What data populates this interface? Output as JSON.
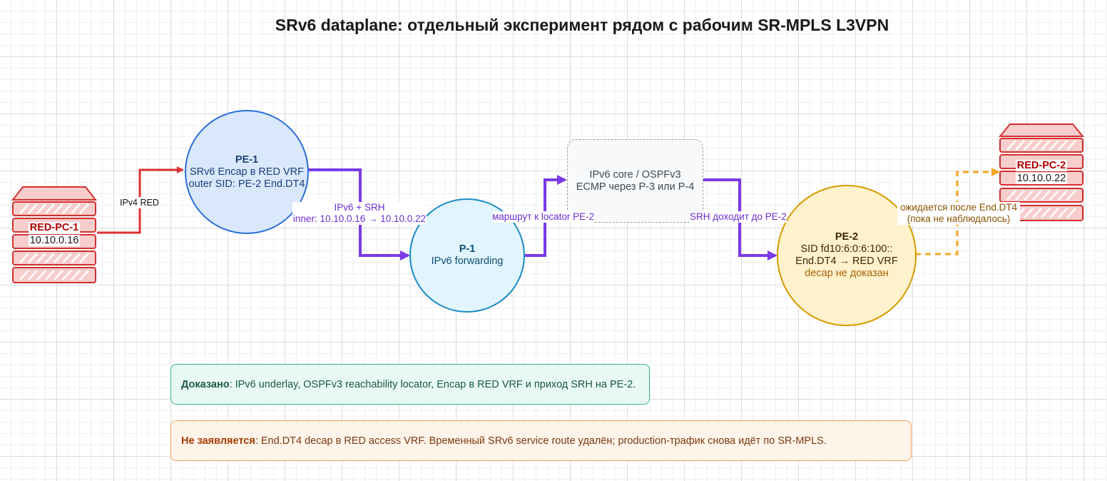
{
  "title": "SRv6 dataplane: отдельный эксперимент рядом с рабочим SR-MPLS L3VPN",
  "colors": {
    "red": "#e03030",
    "purple": "#7a3ae6",
    "orange": "#f5a623",
    "pe1_fill": "#dae8fc",
    "pe1_stroke": "#2a6fd6",
    "p1_fill": "#e1f5fe",
    "p1_stroke": "#1b8bc6",
    "pe2_fill": "#fff2cc",
    "pe2_stroke": "#d79b00",
    "core_fill": "#f7f9fa",
    "core_stroke": "#9aa3ab",
    "pc_fill": "#f8cecc",
    "pc_stroke": "#d32f2f",
    "proven_fill": "#e8f8f2",
    "proven_stroke": "#3cb58a",
    "claim_fill": "#fff4ea",
    "claim_stroke": "#f0a05a"
  },
  "nodes": {
    "red_pc_1": {
      "name": "RED-PC-1",
      "ip": "10.10.0.16",
      "icon": "server-icon"
    },
    "red_pc_2": {
      "name": "RED-PC-2",
      "ip": "10.10.0.22",
      "icon": "server-icon"
    },
    "pe1": {
      "title": "PE-1",
      "line1": "SRv6 Encap в RED VRF",
      "line2": "outer SID: PE-2 End.DT4"
    },
    "p1": {
      "title": "P-1",
      "line1": "IPv6 forwarding"
    },
    "core": {
      "line1": "IPv6 core / OSPFv3",
      "line2": "ECMP через P-3 или P-4"
    },
    "pe2": {
      "title": "PE-2",
      "line1": "SID fd10:6:0:6:100::",
      "line2": "End.DT4 → RED VRF",
      "line3": "decap не доказан"
    }
  },
  "edges": {
    "pc1_pe1": "IPv4 RED",
    "pe1_p1_line1": "IPv6 + SRH",
    "pe1_p1_line2": "inner: 10.10.0.16 → 10.10.0.22",
    "p1_core": "маршрут к locator PE-2",
    "core_pe2": "SRH доходит до PE-2",
    "pe2_pc2_line1": "ожидается после End.DT4",
    "pe2_pc2_line2": "(пока не наблюдалось)"
  },
  "notes": {
    "proven": {
      "label": "Доказано",
      "text": ": IPv6 underlay, OSPFv3 reachability locator, Encap в RED VRF и приход SRH на PE-2."
    },
    "not_claimed": {
      "label": "Не заявляется",
      "text": ": End.DT4 decap в RED access VRF. Временный SRv6 service route удалён; production-трафик снова идёт по SR-MPLS."
    }
  }
}
